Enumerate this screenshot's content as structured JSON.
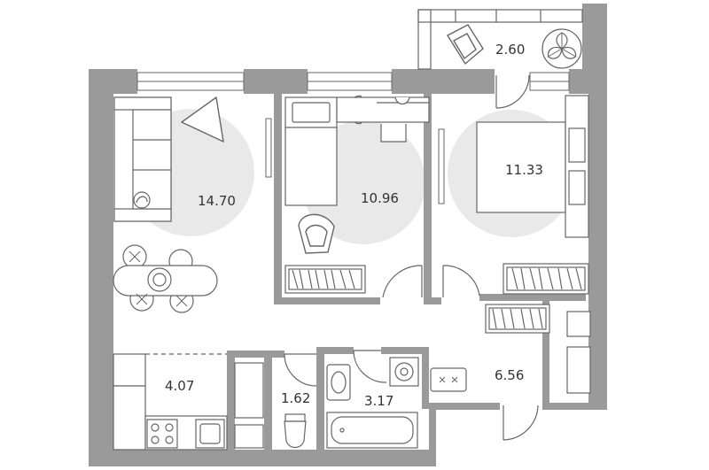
{
  "floor_plan": {
    "rooms": [
      {
        "id": "living",
        "area": "14.70"
      },
      {
        "id": "bedroom-1",
        "area": "10.96"
      },
      {
        "id": "bedroom-2",
        "area": "11.33"
      },
      {
        "id": "balcony",
        "area": "2.60"
      },
      {
        "id": "kitchen",
        "area": "4.07"
      },
      {
        "id": "wc",
        "area": "1.62"
      },
      {
        "id": "bathroom",
        "area": "3.17"
      },
      {
        "id": "hall",
        "area": "6.56"
      }
    ],
    "colors": {
      "wall": "#9a9a9a",
      "zone": "#e9e9e9",
      "line": "#666666",
      "text": "#333333",
      "background": "#ffffff"
    }
  }
}
